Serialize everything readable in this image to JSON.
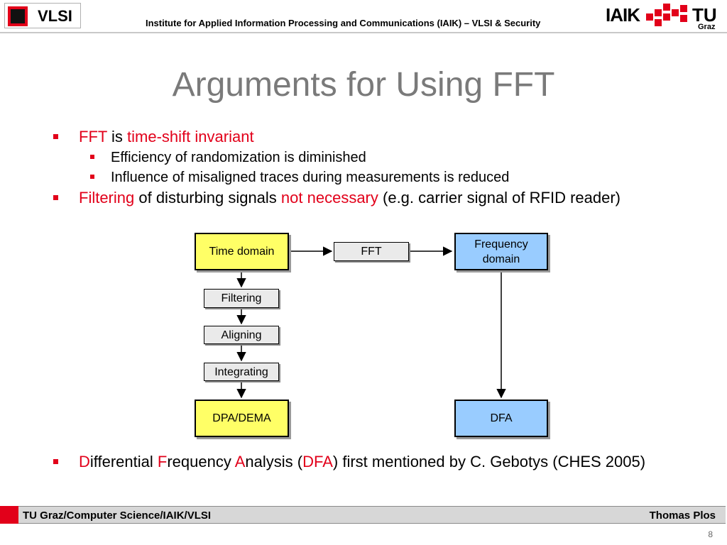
{
  "header": {
    "vlsi_logo_text": "VLSI",
    "institute": "Institute for Applied Information Processing and Communications (IAIK) – VLSI & Security",
    "iaik_logo_text": "IAIK",
    "tu_logo_text": "TU",
    "graz_text": "Graz"
  },
  "slide": {
    "title": "Arguments for Using FFT",
    "bullet1": {
      "a": "FFT",
      "b": " is ",
      "c": "time-shift invariant"
    },
    "sub1": "Efficiency of randomization is diminished",
    "sub2": "Influence of misaligned traces during measurements is reduced",
    "bullet2": {
      "a": "Filtering",
      "b": " of disturbing signals ",
      "c": "not necessary",
      "d": " (e.g. carrier signal of RFID reader)"
    },
    "bullet3": {
      "d": "D",
      "d_rest": "ifferential ",
      "f": "F",
      "f_rest": "requency ",
      "a": "A",
      "a_rest": "nalysis (",
      "dfa": "DFA",
      "rest": ") first mentioned by C. Gebotys (CHES 2005)"
    }
  },
  "diagram": {
    "time_domain": "Time domain",
    "fft": "FFT",
    "frequency_domain": "Frequency domain",
    "filtering": "Filtering",
    "aligning": "Aligning",
    "integrating": "Integrating",
    "dpa_dema": "DPA/DEMA",
    "dfa": "DFA"
  },
  "footer": {
    "left": "TU Graz/Computer Science/IAIK/VLSI",
    "right": "Thomas Plos",
    "page": "8"
  },
  "colors": {
    "accent_red": "#e2001a",
    "box_yellow": "#ffff66",
    "box_blue": "#99ccff",
    "box_grey": "#eaeaea"
  }
}
